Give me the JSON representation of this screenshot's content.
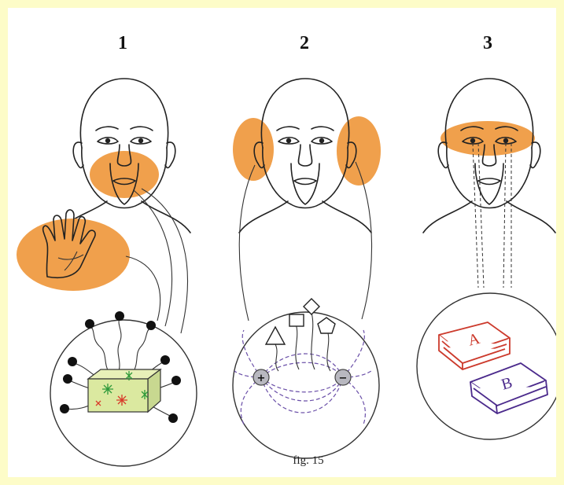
{
  "panels": [
    {
      "number": "1"
    },
    {
      "number": "2"
    },
    {
      "number": "3"
    }
  ],
  "books": {
    "letter_a": "A",
    "letter_b": "B"
  },
  "charges": {
    "positive": "+",
    "negative": "−"
  },
  "caption": "fig. 15",
  "colors": {
    "page_border": "#fdfcc8",
    "highlight": "#f0a04c",
    "cube": "#dbe9a0",
    "field_lines": "#6a4fa8",
    "book_a": "#cc3a2c",
    "book_b": "#4b2a8c"
  }
}
